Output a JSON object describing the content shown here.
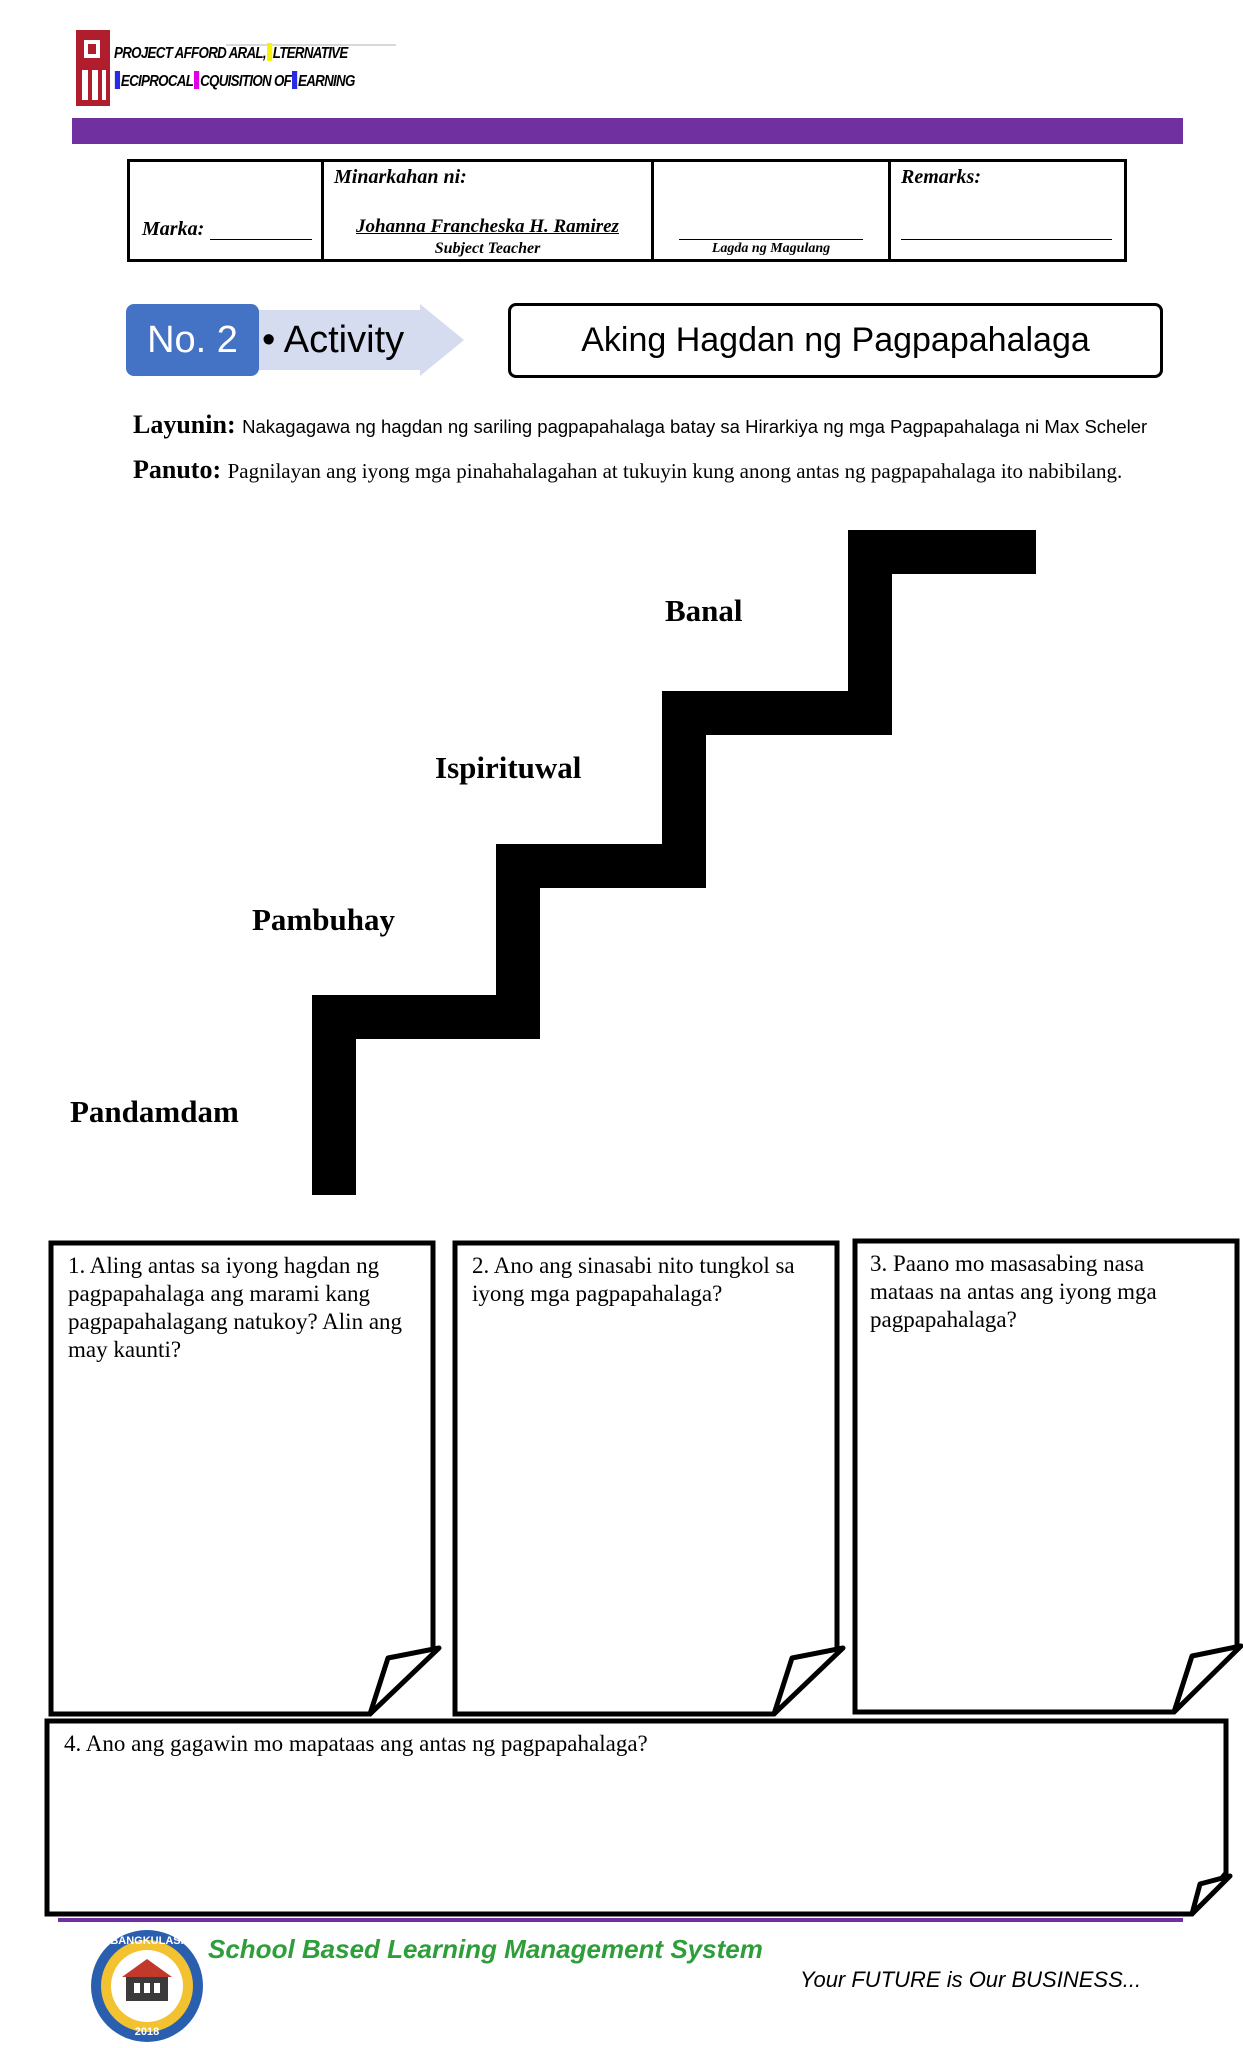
{
  "header": {
    "logo_line1_a": "PROJECT AFFORD ARAL,",
    "logo_line1_b": "LTERNATIVE",
    "logo_line2_a": "ECIPROCAL",
    "logo_line2_b": "CQUISITION OF",
    "logo_line2_c": "EARNING",
    "accent_color": "#7030a0"
  },
  "grading": {
    "marka_label": "Marka:",
    "graded_by_label": "Minarkahan ni:",
    "teacher_name": "Johanna Francheska H. Ramirez",
    "teacher_role": "Subject Teacher",
    "parent_signature_label": "Lagda ng Magulang",
    "remarks_label": "Remarks:"
  },
  "activity": {
    "number": "No. 2",
    "bullet": "•",
    "label": "Activity",
    "title": "Aking Hagdan ng Pagpapahalaga",
    "objective_label": "Layunin:",
    "objective_text": "Nakagagawa ng hagdan ng sariling pagpapahalaga batay sa Hirarkiya ng mga Pagpapahalaga ni Max Scheler",
    "instruction_label": "Panuto:",
    "instruction_text": "Pagnilayan ang iyong mga pinahahalagahan at tukuyin kung anong antas ng pagpapahalaga ito nabibilang."
  },
  "stairs": {
    "steps": [
      "Pandamdam",
      "Pambuhay",
      "Ispirituwal",
      "Banal"
    ]
  },
  "questions": [
    "1. Aling antas sa iyong hagdan ng pagpapahalaga ang marami kang pagpapahalagang natukoy? Alin ang may kaunti?",
    "2. Ano ang sinasabi nito tungkol sa iyong mga pagpapahalaga?",
    "3. Paano mo masasabing nasa mataas na antas ang iyong mga pagpapahalaga?",
    "4. Ano ang gagawin mo mapataas ang antas ng pagpapahalaga?"
  ],
  "footer": {
    "title": "School Based Learning Management System",
    "tagline": "Your FUTURE is Our BUSINESS...",
    "seal_top_text": "BANGKULASI",
    "seal_year": "2018",
    "title_color": "#2e9e3a"
  }
}
